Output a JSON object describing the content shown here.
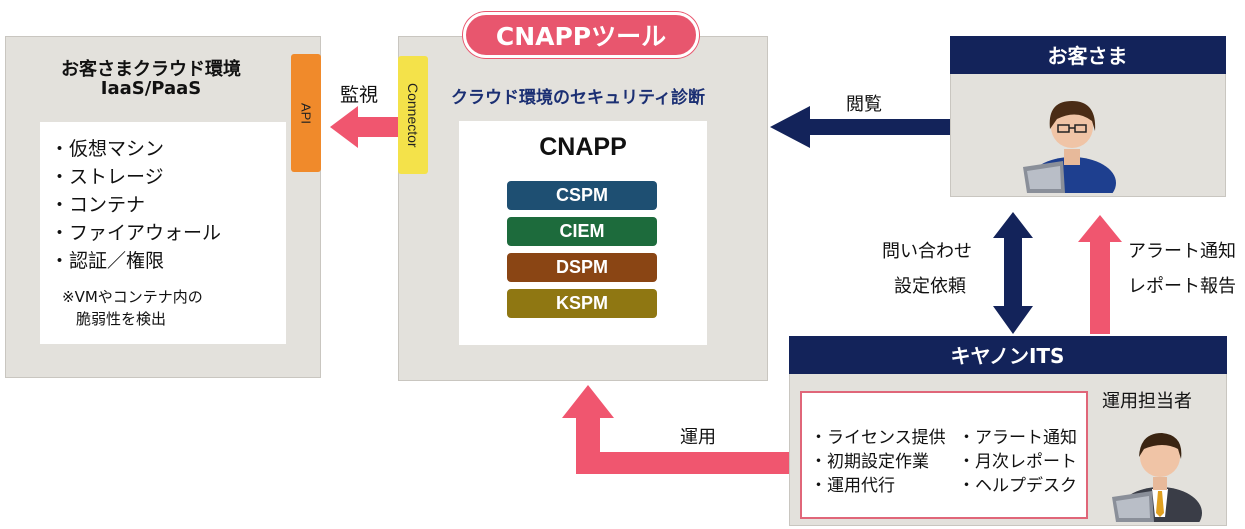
{
  "cloud": {
    "title1": "お客さまクラウド環境",
    "title2": "IaaS/PaaS",
    "items": [
      "・仮想マシン",
      "・ストレージ",
      "・コンテナ",
      "・ファイアウォール",
      "・認証／権限"
    ],
    "note1": "※VMやコンテナ内の",
    "note2": "脆弱性を検出",
    "api_label": "API"
  },
  "arrows": {
    "monitor": "監視",
    "view": "閲覧",
    "inquiry1": "問い合わせ",
    "inquiry2": "設定依頼",
    "alert1": "アラート通知",
    "alert2": "レポート報告",
    "operation": "運用"
  },
  "cnapp_tool": {
    "badge": "CNAPPツール",
    "connector": "Connector",
    "subtitle": "クラウド環境のセキュリティ診断",
    "heading": "CNAPP",
    "layers": [
      {
        "label": "CSPM",
        "color": "#1e4f72"
      },
      {
        "label": "CIEM",
        "color": "#1d6b3c"
      },
      {
        "label": "DSPM",
        "color": "#8a4514"
      },
      {
        "label": "KSPM",
        "color": "#8f7712"
      }
    ]
  },
  "customer": {
    "header": "お客さま"
  },
  "canon": {
    "header": "キヤノンITS",
    "staff": "運用担当者",
    "services_left": [
      "・ライセンス提供",
      "・初期設定作業",
      "・運用代行"
    ],
    "services_right": [
      "・アラート通知",
      "・月次レポート",
      "・ヘルプデスク"
    ]
  },
  "colors": {
    "navy": "#13235a",
    "pink_arrow": "#f0566f",
    "badge": "#e8566e",
    "api": "#f08a2b",
    "connector": "#f4e24a"
  }
}
